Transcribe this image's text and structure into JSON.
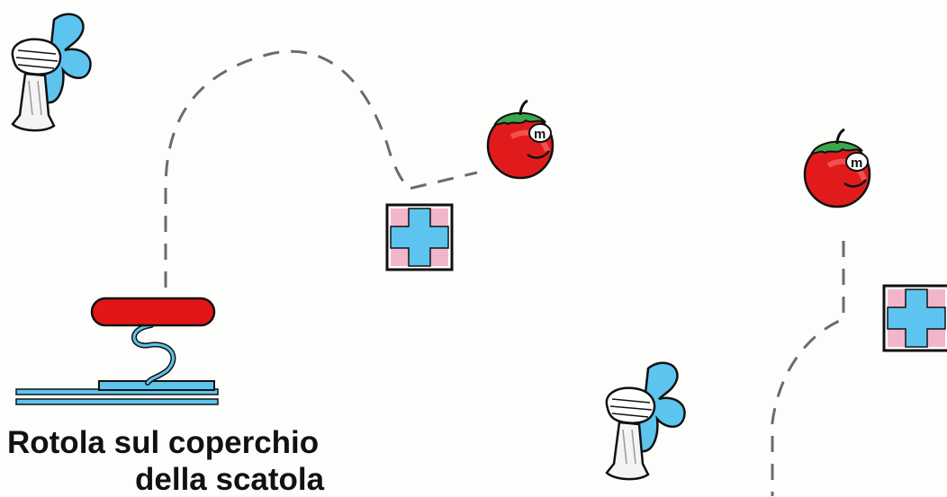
{
  "caption": {
    "line1": "Rotola sul coperchio",
    "line2": "della scatola"
  },
  "colors": {
    "fan_blue": "#5cc4ee",
    "tomato_red": "#e11b1b",
    "stem_green": "#3aa84a",
    "spring_bar_red": "#e21616",
    "tile_pink": "#f2b6cb",
    "dashed_path": "#6b6b6b",
    "outline": "#111111"
  },
  "icons": [
    "fan-icon",
    "tomato-icon",
    "plus-tile-icon",
    "spring-launcher-icon",
    "dashed-trajectory"
  ]
}
